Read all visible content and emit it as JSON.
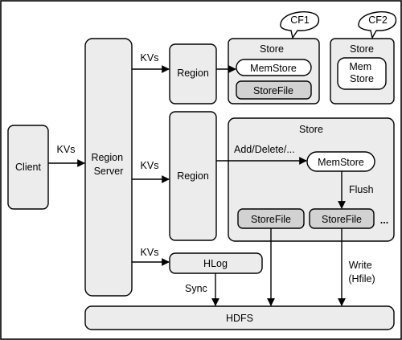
{
  "nodes": {
    "client": "Client",
    "region_server": [
      "Region",
      "Server"
    ],
    "region_top": "Region",
    "region_mid": "Region",
    "store_top": "Store",
    "memstore_top": "MemStore",
    "storefile_top": "StoreFile",
    "cf1": "CF1",
    "store_cf2": "Store",
    "mem_store_cf2": [
      "Mem",
      "Store"
    ],
    "cf2": "CF2",
    "store_main": "Store",
    "memstore_main": "MemStore",
    "storefile_a": "StoreFile",
    "storefile_b": "StoreFile",
    "ellipsis": "...",
    "hlog": "HLog",
    "hdfs": "HDFS"
  },
  "edges": {
    "client_to_rs": "KVs",
    "rs_to_region_top": "KVs",
    "rs_to_region_mid": "KVs",
    "rs_to_hlog": "KVs",
    "region_to_memstore": "Add/Delete/...",
    "flush": "Flush",
    "sync": "Sync",
    "write": [
      "Write",
      "(Hfile)"
    ]
  }
}
